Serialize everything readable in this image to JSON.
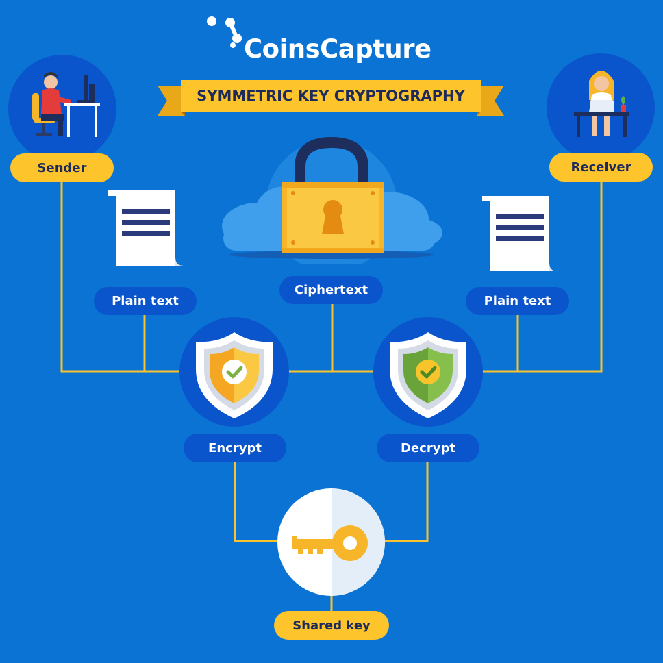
{
  "brand": {
    "name": "CoinsCapture",
    "logo_icon": "dots-logo-icon"
  },
  "title": "SYMMETRIC KEY CRYPTOGRAPHY",
  "nodes": {
    "sender": "Sender",
    "receiver": "Receiver",
    "plaintext_left": "Plain text",
    "plaintext_right": "Plain text",
    "ciphertext": "Ciphertext",
    "encrypt": "Encrypt",
    "decrypt": "Decrypt",
    "shared_key": "Shared key"
  },
  "icons": {
    "sender": "man-at-computer-icon",
    "receiver": "woman-at-laptop-icon",
    "padlock": "padlock-icon",
    "encrypt_shield": "shield-check-icon",
    "decrypt_shield": "shield-check-icon",
    "key": "key-icon",
    "document": "document-icon"
  },
  "colors": {
    "background": "#0a73d3",
    "dark_blue": "#0b55cc",
    "yellow": "#fdc52b",
    "navy_text": "#1d2a5c",
    "encrypt_shield": "#f5a623",
    "decrypt_shield": "#7cb342"
  }
}
